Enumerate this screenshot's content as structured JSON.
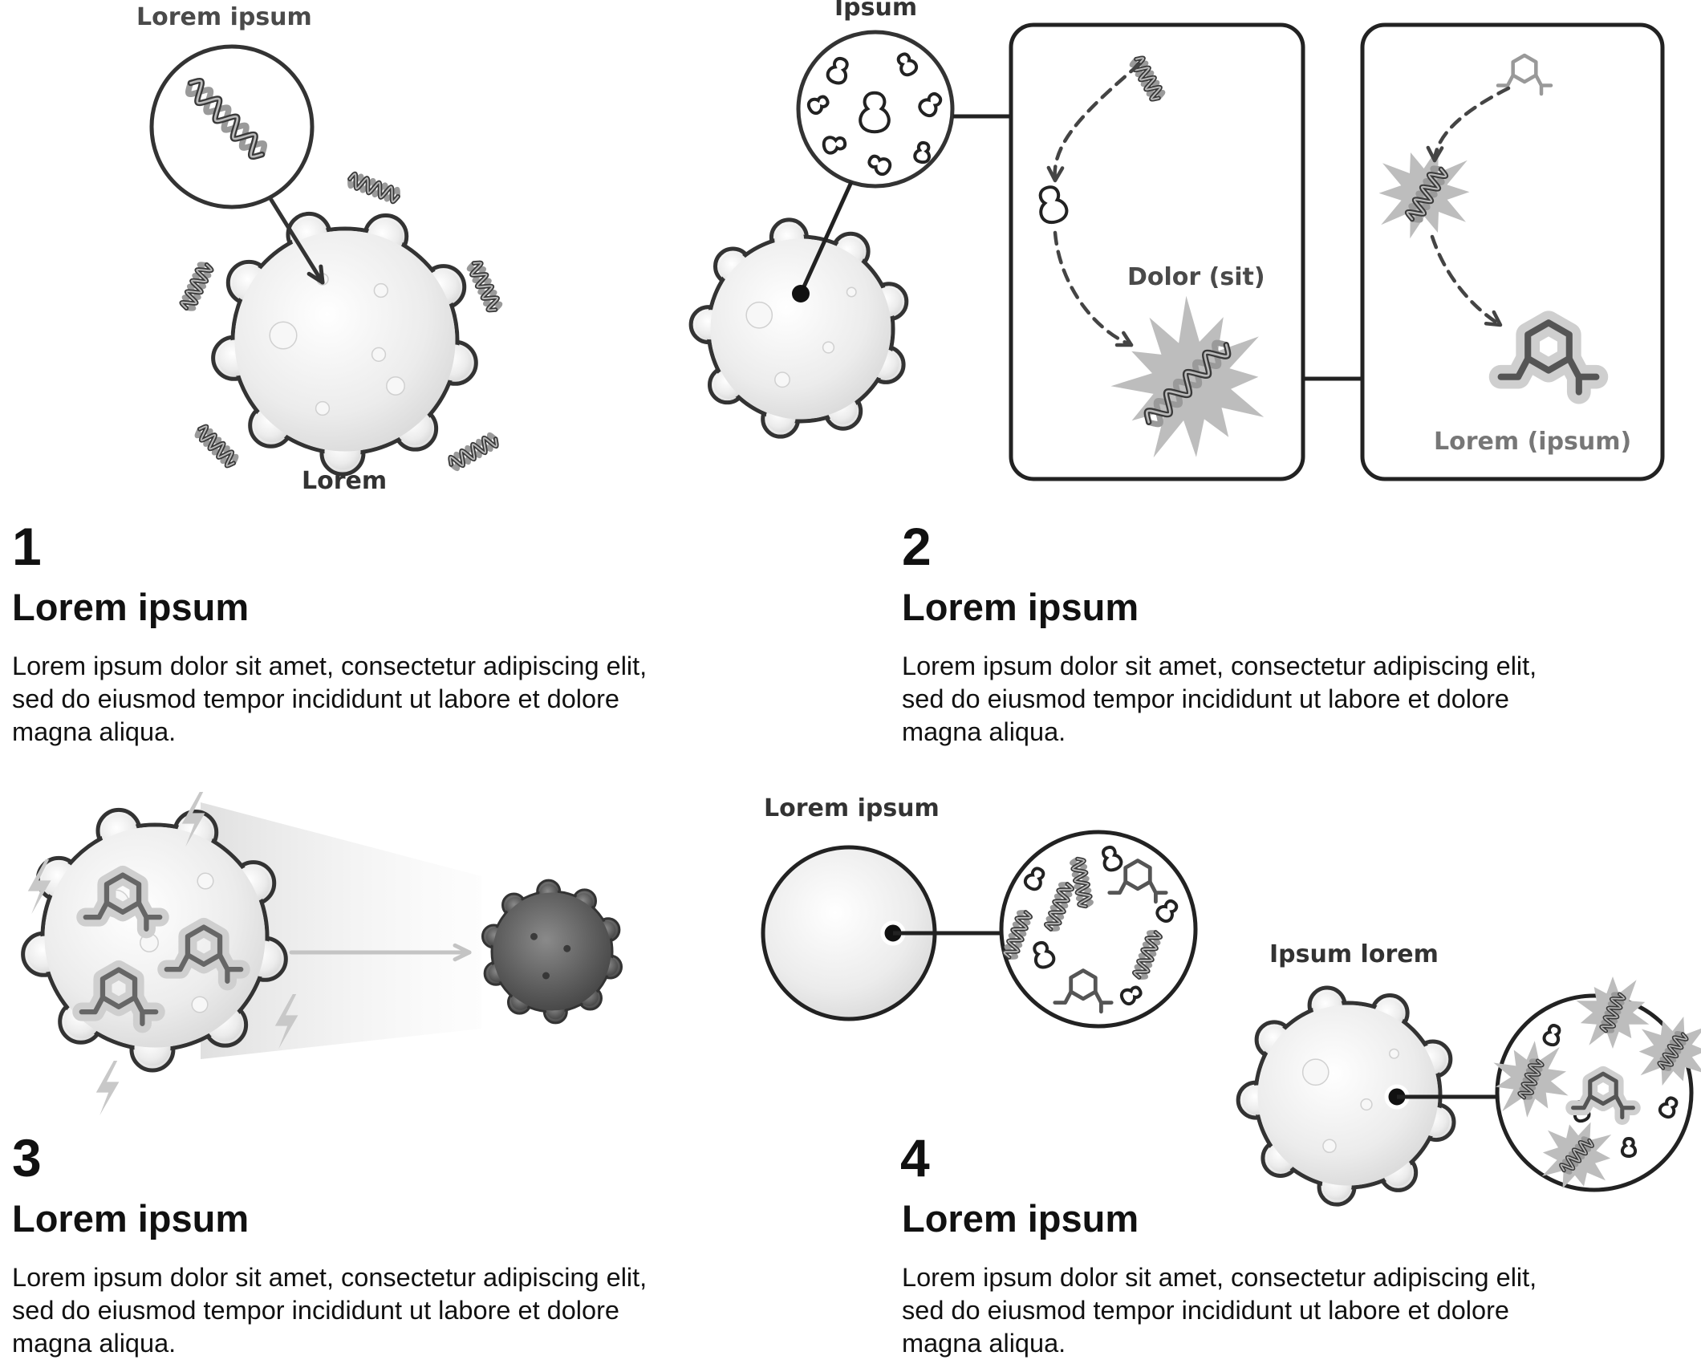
{
  "colors": {
    "outline": "#333333",
    "cell_fill": "#e6e6e6",
    "burst": "#bdbdbd",
    "dark_cell": "#5a5a5a",
    "text": "#111111"
  },
  "labels": {
    "panel1_inset": "Lorem ipsum",
    "panel1_cell": "Lorem",
    "panel2_inset": "Ipsum",
    "panel2_box1": "Dolor (sit)",
    "panel2_box2": "Lorem (ipsum)",
    "panel4_cell_a": "Lorem ipsum",
    "panel4_cell_b": "Ipsum lorem"
  },
  "steps": [
    {
      "number": "1",
      "title": "Lorem ipsum",
      "body": "Lorem ipsum dolor sit amet, consectetur adipiscing elit, sed do eiusmod tempor incididunt ut labore et dolore magna aliqua."
    },
    {
      "number": "2",
      "title": "Lorem ipsum",
      "body": "Lorem ipsum dolor sit amet, consectetur adipiscing elit, sed do eiusmod tempor incididunt ut labore et dolore magna aliqua."
    },
    {
      "number": "3",
      "title": "Lorem ipsum",
      "body": "Lorem ipsum dolor sit amet, consectetur adipiscing elit, sed do eiusmod tempor incididunt ut labore et dolore magna aliqua."
    },
    {
      "number": "4",
      "title": "Lorem ipsum",
      "body": "Lorem ipsum dolor sit amet, consectetur adipiscing elit, sed do eiusmod tempor incididunt ut labore et dolore magna aliqua."
    }
  ]
}
